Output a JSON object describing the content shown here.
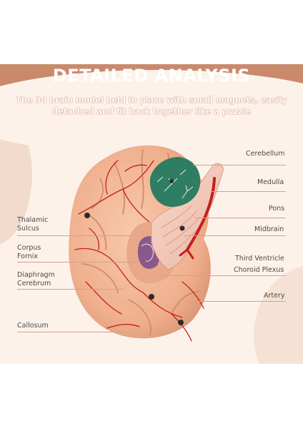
{
  "header": {
    "title": "DETAILED ANALYSIS",
    "subtitle": "The 3d brain model held in place with small magnets, easily detached and fit back together like a puzzle"
  },
  "labels": {
    "cerebellum": "Cerebellum",
    "medulla": "Medulla",
    "pons": "Pons",
    "midbrain": "Midbrain",
    "third_ventricle": "Third Ventricle",
    "choroid_plexus": "Choroid Plexus",
    "artery": "Artery",
    "thalamic_sulcus": "Thalamic\nSulcus",
    "corpus_fornix": "Corpus\nFornix",
    "diaphragm_cerebrum": "Diaphragm\nCerebrum",
    "callosum": "Callosum"
  },
  "colors": {
    "banner": "#c98a6c",
    "background": "#fdf2ea",
    "brain_tissue": "#f3b896",
    "blood_vessel": "#c3201e",
    "cerebellum": "#2f7d62"
  }
}
